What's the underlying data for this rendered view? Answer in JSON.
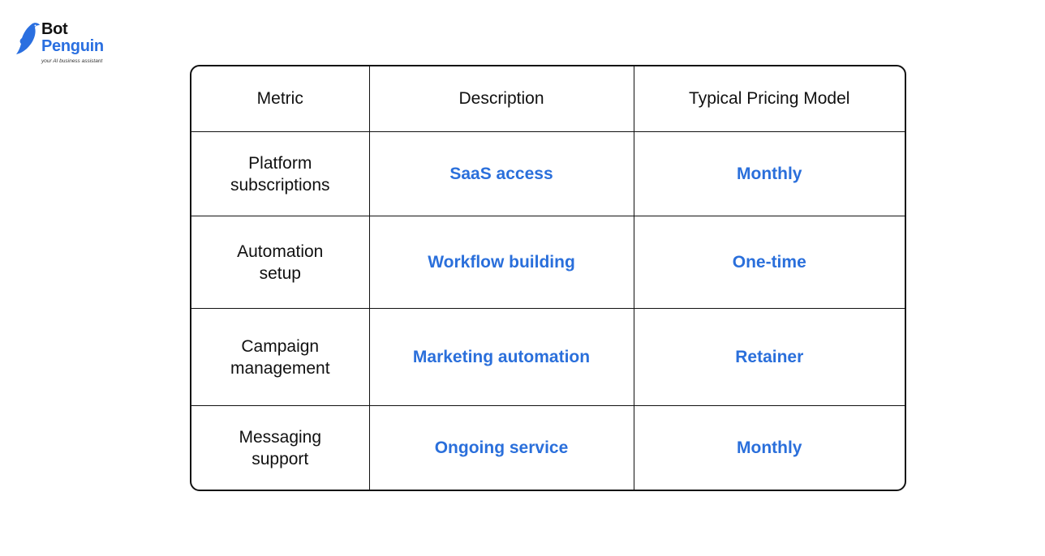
{
  "brand": {
    "name_line1": "Bot",
    "name_line2": "Penguin",
    "tagline": "your AI business assistant",
    "icon": "penguin-logo-icon",
    "colors": {
      "primary_blue": "#2a6fe0",
      "text_dark": "#111111"
    }
  },
  "table": {
    "headers": [
      "Metric",
      "Description",
      "Typical Pricing Model"
    ],
    "rows": [
      {
        "metric_line1": "Platform",
        "metric_line2": "subscriptions",
        "description": "SaaS access",
        "pricing_model": "Monthly"
      },
      {
        "metric_line1": "Automation",
        "metric_line2": "setup",
        "description": "Workflow building",
        "pricing_model": "One-time"
      },
      {
        "metric_line1": "Campaign",
        "metric_line2": "management",
        "description": "Marketing automation",
        "pricing_model": "Retainer"
      },
      {
        "metric_line1": "Messaging",
        "metric_line2": "support",
        "description": "Ongoing service",
        "pricing_model": "Monthly"
      }
    ],
    "colors": {
      "border": "#111111",
      "value_text": "#2a6fdb",
      "label_text": "#111111"
    }
  }
}
